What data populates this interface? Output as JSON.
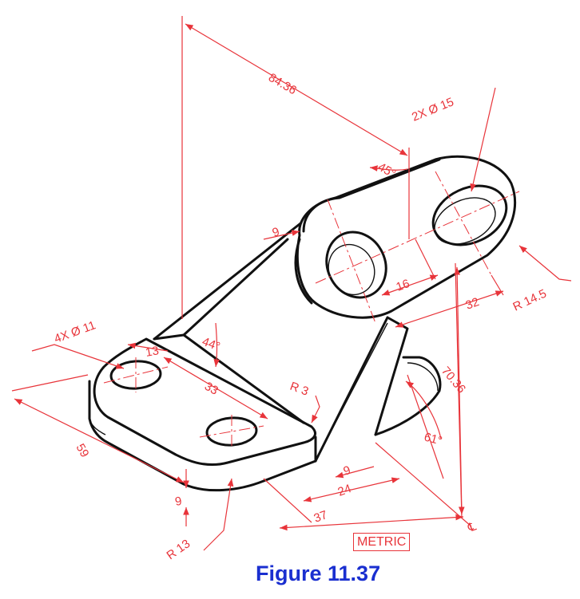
{
  "dimensions": {
    "overall_height": "84.36",
    "top_holes": "2X Ø 15",
    "angle_top": "45°",
    "offset_9_top": "9",
    "hole_spacing": "16",
    "boss_width": "32",
    "boss_radius": "R 14.5",
    "base_holes": "4X Ø 11",
    "edge_13": "13",
    "angle_rib": "44°",
    "base_spacing": "33",
    "fillet": "R 3",
    "boss_height": "70.36",
    "angle_support": "61°",
    "base_length": "59",
    "base_thickness": "9",
    "corner_radius": "R 13",
    "front_9": "9",
    "front_24": "24",
    "front_37": "37"
  },
  "badge": "METRIC",
  "caption": "Figure 11.37"
}
